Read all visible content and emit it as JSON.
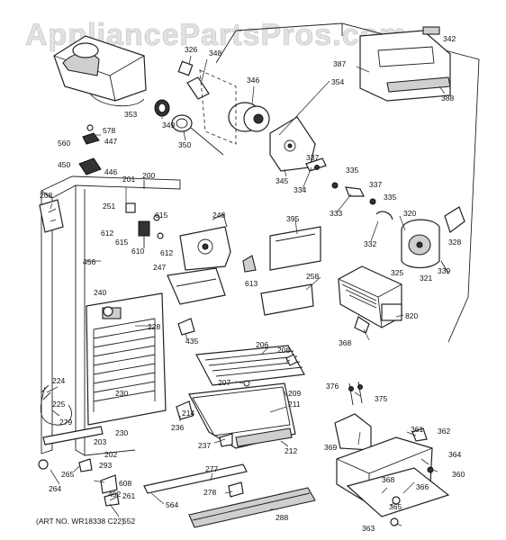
{
  "watermark": "AppliancePartsPros.com",
  "art_number": "(ART NO. WR18338 C22)",
  "part_labels": {
    "p201": "201",
    "p200": "200",
    "p202": "202",
    "p203": "203",
    "p206": "206",
    "p207": "207",
    "p208": "208",
    "p209": "209",
    "p211": "211",
    "p212": "212",
    "p214": "214",
    "p224": "224",
    "p225": "225",
    "p228": "228",
    "p230a": "230",
    "p230b": "230",
    "p236": "236",
    "p237": "237",
    "p240": "240",
    "p247": "247",
    "p248": "248",
    "p251": "251",
    "p258": "258",
    "p261": "261",
    "p264": "264",
    "p265": "265",
    "p268": "268",
    "p277": "277",
    "p278": "278",
    "p279": "279",
    "p288": "288",
    "p293": "293",
    "p320": "320",
    "p321": "321",
    "p325": "325",
    "p326": "326",
    "p328": "328",
    "p332": "332",
    "p333": "333",
    "p334": "334",
    "p335a": "335",
    "p335b": "335",
    "p337a": "337",
    "p337b": "337",
    "p339": "339",
    "p342": "342",
    "p345": "345",
    "p346": "346",
    "p348": "348",
    "p349": "349",
    "p350": "350",
    "p353": "353",
    "p354": "354",
    "p360": "360",
    "p361": "361",
    "p362": "362",
    "p363": "363",
    "p364": "364",
    "p365": "365",
    "p366": "366",
    "p368a": "368",
    "p368b": "368",
    "p369": "369",
    "p375": "375",
    "p376": "376",
    "p387": "387",
    "p388": "388",
    "p395": "395",
    "p435": "435",
    "p446": "446",
    "p447": "447",
    "p450": "450",
    "p452": "452",
    "p456": "456",
    "p552": "552",
    "p560": "560",
    "p564": "564",
    "p578": "578",
    "p608": "608",
    "p610": "610",
    "p612a": "612",
    "p612b": "612",
    "p613": "613",
    "p615a": "615",
    "p615b": "615",
    "p820": "820"
  }
}
